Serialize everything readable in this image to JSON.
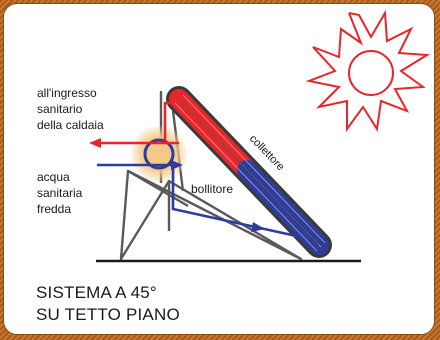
{
  "labels": {
    "outlet": [
      "all'ingresso",
      "sanitario",
      "della caldaia"
    ],
    "inlet": [
      "acqua",
      "sanitaria",
      "fredda"
    ],
    "collector": "collettore",
    "tank": "bollitore"
  },
  "caption": [
    "SISTEMA A 45°",
    "SU TETTO PIANO"
  ],
  "colors": {
    "hot": "#e8262a",
    "cold": "#2e3d9c",
    "frame": "#5a5a5a",
    "glow": "#f3c98a",
    "border": "#8a4a12",
    "sun": "#e8262a"
  }
}
